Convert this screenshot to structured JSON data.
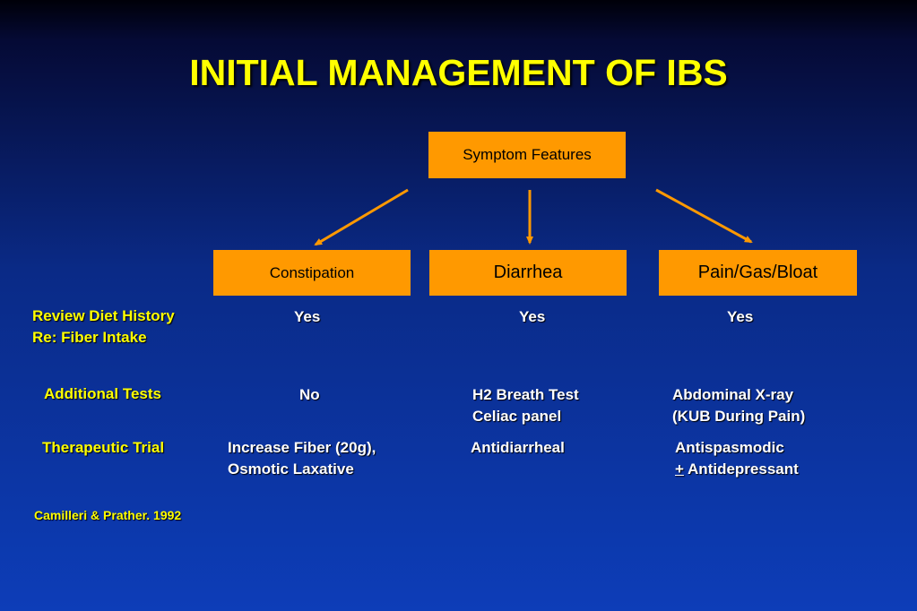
{
  "title": "INITIAL MANAGEMENT OF IBS",
  "root": "Symptom Features",
  "columns": [
    "Constipation",
    "Diarrhea",
    "Pain/Gas/Bloat"
  ],
  "rows": {
    "diet": {
      "label_line1": "Review Diet History",
      "label_line2": "Re: Fiber Intake",
      "values": [
        "Yes",
        "Yes",
        "Yes"
      ]
    },
    "tests": {
      "label": "Additional Tests",
      "c1": "No",
      "c2_line1": "H2 Breath Test",
      "c2_line2": "Celiac panel",
      "c3_line1": "Abdominal X-ray",
      "c3_line2": "(KUB During Pain)"
    },
    "trial": {
      "label": "Therapeutic Trial",
      "c1_line1": "Increase Fiber (20g),",
      "c1_line2": "Osmotic Laxative",
      "c2": "Antidiarrheal",
      "c3_line1": "Antispasmodic",
      "c3_plus": "+",
      "c3_line2": " Antidepressant"
    }
  },
  "citation": "Camilleri & Prather. 1992",
  "colors": {
    "title": "#ffff00",
    "box": "#ff9900",
    "arrow": "#ff9900",
    "text": "#ffffff"
  }
}
